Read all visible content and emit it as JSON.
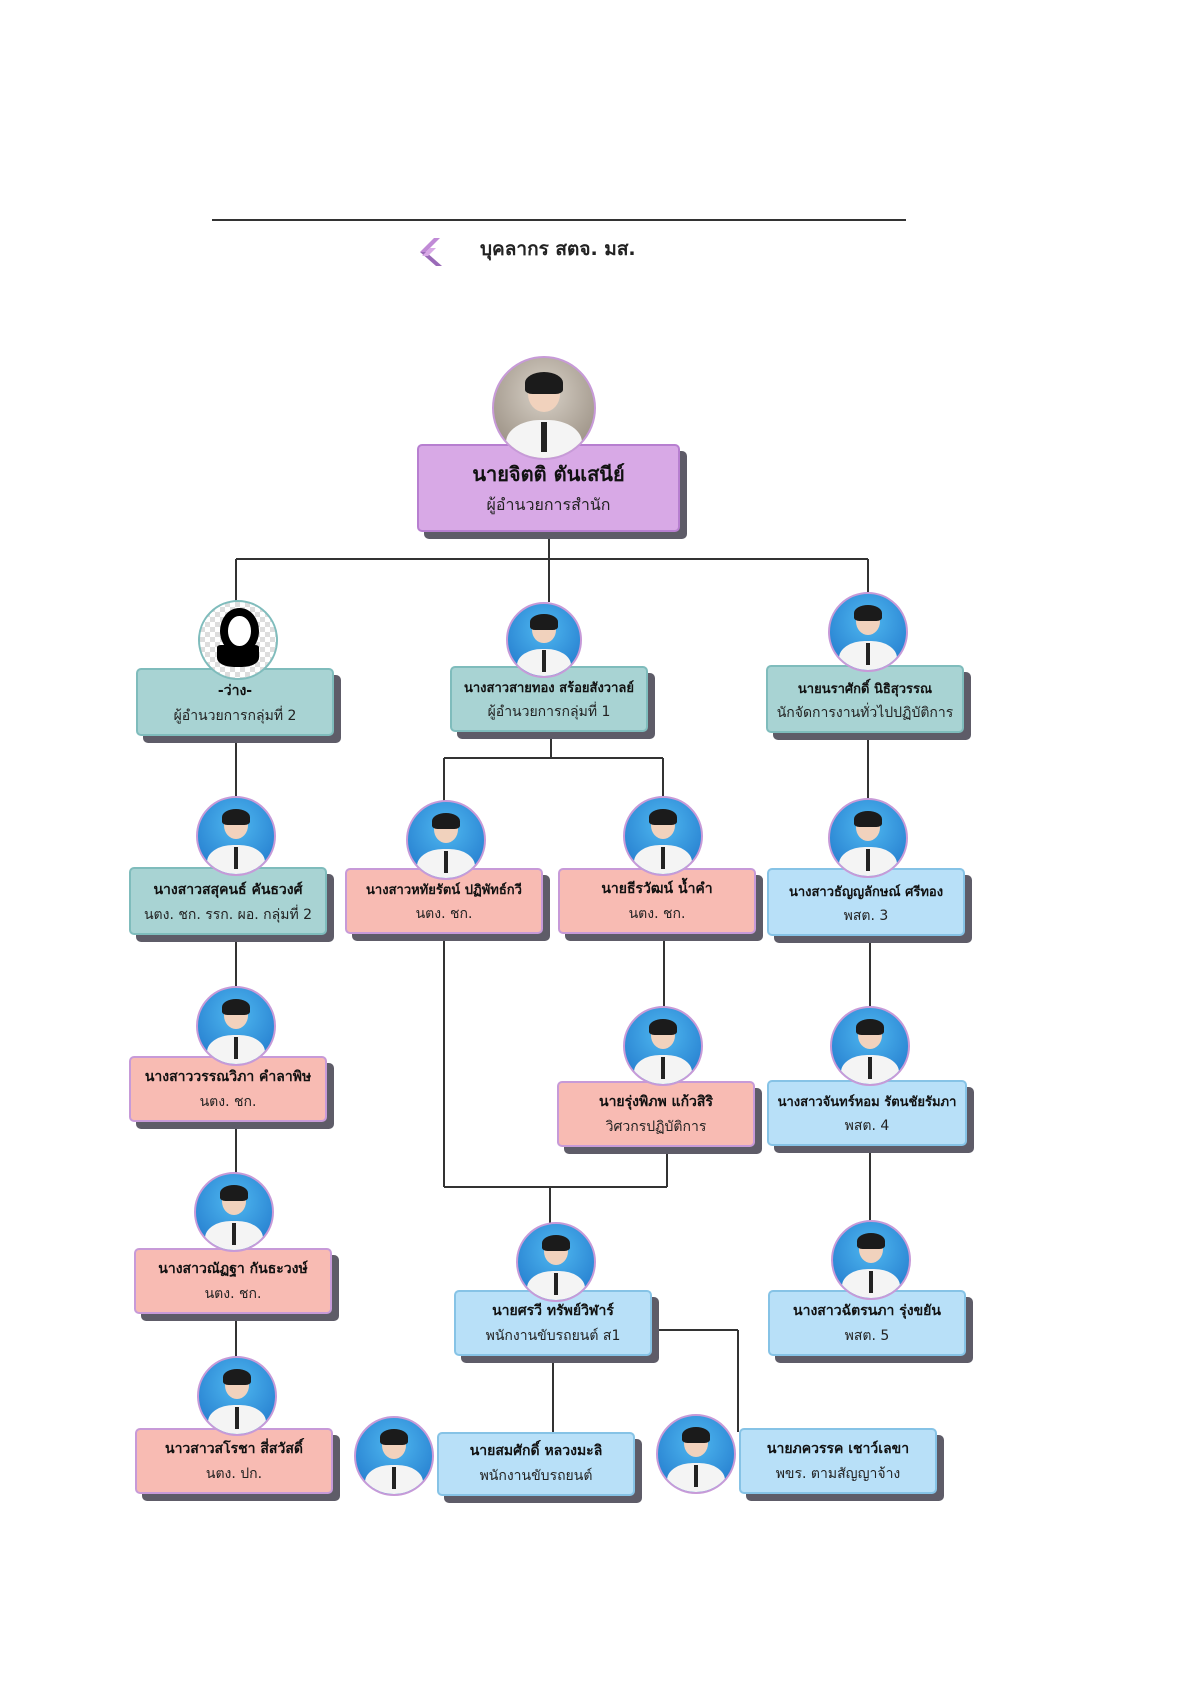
{
  "header": {
    "title": "บุคลากร สตจ. มส.",
    "logo_color": "#b77fd0"
  },
  "colors": {
    "purple": "#d8a9e6",
    "teal": "#a8d3d3",
    "pink": "#f8bbb3",
    "blue": "#b8e0f8"
  },
  "nodes": [
    {
      "name": "นายจิตติ ตันเสนีย์",
      "position": "ผู้อำนวยการสำนัก"
    },
    {
      "name": "-ว่าง-",
      "position": "ผู้อำนวยการกลุ่มที่ 2"
    },
    {
      "name": "นางสาวสายทอง สร้อยสังวาลย์",
      "position": "ผู้อำนวยการกลุ่มที่ 1"
    },
    {
      "name": "นายนราศักดิ์ นิธิสุวรรณ",
      "position": "นักจัดการงานทั่วไปปฏิบัติการ"
    },
    {
      "name": "นางสาวสสุคนธ์ คันธวงศ์",
      "position": "นตง. ชก. รรก. ผอ. กลุ่มที่ 2"
    },
    {
      "name": "นางสาวหทัยรัตน์ ปฏิพัทธ์กวี",
      "position": "นตง. ชก."
    },
    {
      "name": "นายธีรวัฒน์ น้ำคำ",
      "position": "นตง. ชก."
    },
    {
      "name": "นางสาวธัญญลักษณ์ ศรีทอง",
      "position": "พสต. 3"
    },
    {
      "name": "นางสาววรรณวิภา คำลาพิษ",
      "position": "นตง. ชก."
    },
    {
      "name": "นายรุ่งพิภพ แก้วสิริ",
      "position": "วิศวกรปฏิบัติการ"
    },
    {
      "name": "นางสาวจันทร์หอม รัตนชัยรัมภา",
      "position": "พสต. 4"
    },
    {
      "name": "นางสาวณัฏฐา กันธะวงษ์",
      "position": "นตง. ชก."
    },
    {
      "name": "นายศรวี ทรัพย์วิฬาร์",
      "position": "พนักงานขับรถยนต์ ส1"
    },
    {
      "name": "นางสาวฉัตรนภา รุ่งขยัน",
      "position": "พสต. 5"
    },
    {
      "name": "นาวสาวสโรชา สี่สวัสดิ์",
      "position": "นตง. ปก."
    },
    {
      "name": "นายสมศักดิ์ หลวงมะลิ",
      "position": "พนักงานขับรถยนต์"
    },
    {
      "name": "นายภควรรค เชาว์เลขา",
      "position": "พขร. ตามสัญญาจ้าง"
    }
  ]
}
